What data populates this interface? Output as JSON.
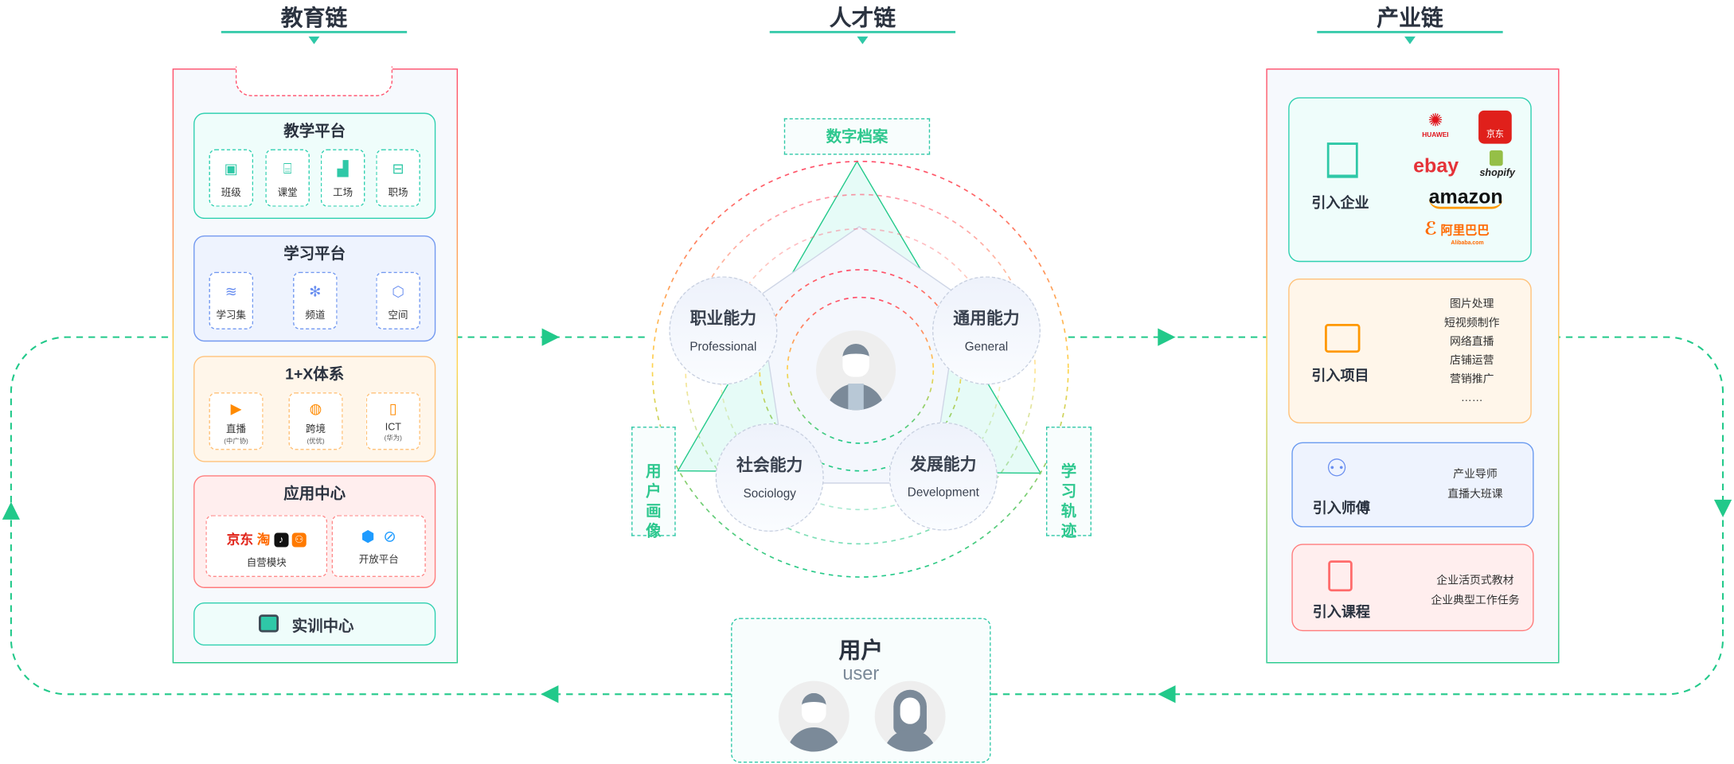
{
  "headers": {
    "education": "教育链",
    "talent": "人才链",
    "industry": "产业链"
  },
  "education": {
    "teaching": {
      "title": "教学平台",
      "items": [
        {
          "label": "班级",
          "icon": "class-roster-icon"
        },
        {
          "label": "课堂",
          "icon": "classroom-icon"
        },
        {
          "label": "工场",
          "icon": "factory-icon"
        },
        {
          "label": "职场",
          "icon": "briefcase-icon"
        }
      ]
    },
    "learning": {
      "title": "学习平台",
      "items": [
        {
          "label": "学习集",
          "icon": "layers-icon"
        },
        {
          "label": "频道",
          "icon": "network-icon"
        },
        {
          "label": "空间",
          "icon": "cube-icon"
        }
      ]
    },
    "onex": {
      "title": "1+X体系",
      "items": [
        {
          "label": "直播",
          "sub": "(中广协)",
          "icon": "tv-icon"
        },
        {
          "label": "跨境",
          "sub": "(优优)",
          "icon": "globe-cart-icon"
        },
        {
          "label": "ICT",
          "sub": "(华为)",
          "icon": "phone-icon"
        }
      ]
    },
    "apps": {
      "title": "应用中心",
      "self": {
        "label": "自营模块",
        "logos": [
          "京东",
          "淘",
          "抖音",
          "快手"
        ]
      },
      "open": {
        "label": "开放平台"
      }
    },
    "training": {
      "title": "实训中心"
    }
  },
  "talent": {
    "archive": "数字档案",
    "portrait": "用户画像",
    "track": "学习轨迹",
    "caps": [
      {
        "zh": "职业能力",
        "en": "Professional"
      },
      {
        "zh": "通用能力",
        "en": "General"
      },
      {
        "zh": "社会能力",
        "en": "Sociology"
      },
      {
        "zh": "发展能力",
        "en": "Development"
      }
    ]
  },
  "user": {
    "title": "用户",
    "subtitle": "user"
  },
  "industry": {
    "enterprise": {
      "label": "引入企业",
      "logos": {
        "huawei": "HUAWEI",
        "jd": "京东",
        "ebay": "ebay",
        "shopify": "shopify",
        "amazon": "amazon",
        "alibaba": "阿里巴巴",
        "alibaba_en": "Alibaba.com"
      }
    },
    "project": {
      "label": "引入项目",
      "items": [
        "图片处理",
        "短视频制作",
        "网络直播",
        "店铺运营",
        "营销推广",
        "……"
      ]
    },
    "mentor": {
      "label": "引入师傅",
      "items": [
        "产业导师",
        "直播大班课"
      ]
    },
    "course": {
      "label": "引入课程",
      "items": [
        "企业活页式教材",
        "企业典型工作任务"
      ]
    }
  },
  "colors": {
    "green": "#2fc8a7",
    "red": "#ff4d6a",
    "blue": "#6a8ff0",
    "orange": "#ffb14d"
  }
}
